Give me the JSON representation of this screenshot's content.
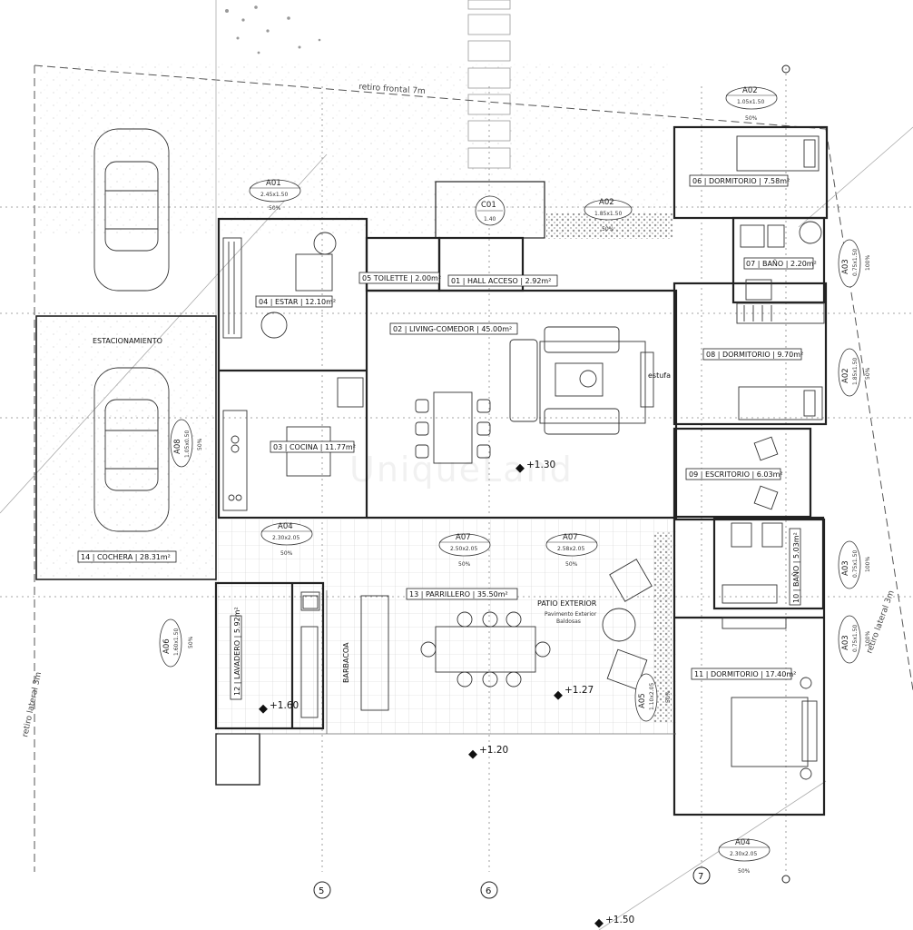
{
  "setbacks": {
    "front": "retiro frontal 7m",
    "side_left": "retiro lateral 3m",
    "side_right": "retiro lateral 3m"
  },
  "rooms": {
    "r01": "01 | HALL ACCESO | 2.92m²",
    "r02": "02 | LIVING-COMEDOR | 45.00m²",
    "r03": "03 | COCINA | 11.77m²",
    "r04": "04 | ESTAR | 12.10m²",
    "r05": "05 TOILETTE | 2.00m²",
    "r06": "06 | DORMITORIO | 7.58m²",
    "r07": "07 | BAÑO | 2.20m²",
    "r08": "08 | DORMITORIO | 9.70m²",
    "r09": "09 | ESCRITORIO | 6.03m²",
    "r10": "10 | BAÑO | 5.03m²",
    "r11": "11 | DORMITORIO | 17.40m²",
    "r12": "12 | LAVADERO | 5.92m²",
    "r13": "13 | PARRILLERO | 35.50m²",
    "r14": "14 | COCHERA | 28.31m²"
  },
  "labels": {
    "estacionamiento": "ESTACIONAMIENTO",
    "estufa": "estufa",
    "barbacoa": "BARBACOA",
    "patio": "PATIO EXTERIOR",
    "patio_sub1": "Pavimento Exterior",
    "patio_sub2": "Baldosas",
    "watermark": "UniqueLand"
  },
  "openings": {
    "o1": {
      "code": "A01",
      "size": "2.45x1.50",
      "pct": "50%"
    },
    "o2": {
      "code": "A02",
      "size": "1.05x1.50",
      "pct": "50%"
    },
    "o3": {
      "code": "A02",
      "size": "1.85x1.50",
      "pct": "50%"
    },
    "o4": {
      "code": "C01",
      "size": "1.40"
    },
    "o5": {
      "code": "A03",
      "size": "0.75x1.50",
      "pct": "100%"
    },
    "o6": {
      "code": "A02",
      "size": "1.85x1.50",
      "pct": "50%"
    },
    "o7": {
      "code": "A08",
      "size": "1.05x0.50",
      "pct": "50%"
    },
    "o8": {
      "code": "A04",
      "size": "2.30x2.05",
      "pct": "50%"
    },
    "o9": {
      "code": "A07",
      "size": "2.50x2.05",
      "pct": "50%"
    },
    "o10": {
      "code": "A07",
      "size": "2.58x2.05",
      "pct": "50%"
    },
    "o11": {
      "code": "A03",
      "size": "0.75x1.50",
      "pct": "100%"
    },
    "o12": {
      "code": "A03",
      "size": "0.75x1.50",
      "pct": "100%"
    },
    "o13": {
      "code": "A06",
      "size": "1.60x1.50",
      "pct": "50%"
    },
    "o14": {
      "code": "A05",
      "size": "1.10x2.05",
      "pct": "50%"
    },
    "o15": {
      "code": "A04",
      "size": "2.30x2.05",
      "pct": "50%"
    }
  },
  "levels": {
    "l1": "+1.30",
    "l2": "+1.60",
    "l3": "+1.27",
    "l4": "+1.20",
    "l5": "+1.50"
  },
  "axes": [
    "5",
    "6",
    "7"
  ]
}
